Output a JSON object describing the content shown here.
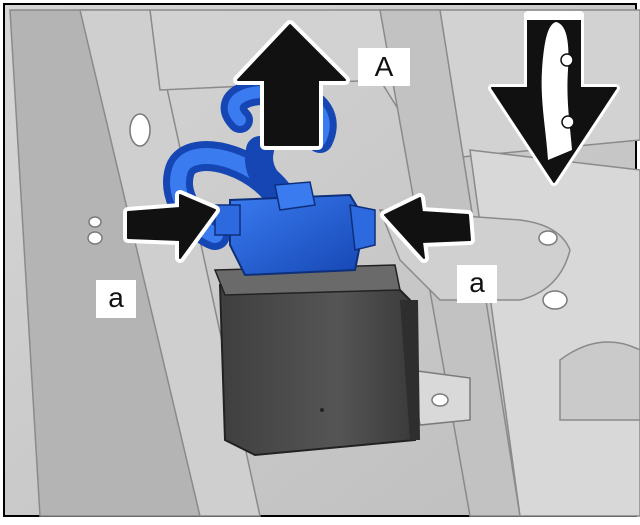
{
  "labels": {
    "pull_direction": "A",
    "release_left": "a",
    "release_right": "a"
  },
  "icons": {
    "pull_arrow": "up-arrow-icon",
    "release_arrows": "squeeze-arrow-icon",
    "orientation": "down-arrow-vehicle-icon"
  },
  "colors": {
    "connector": "#1f5fd6",
    "connector_dark": "#123f9e",
    "module": "#4a4a4a",
    "background": "#c9c9c9",
    "arrow": "#111111"
  }
}
